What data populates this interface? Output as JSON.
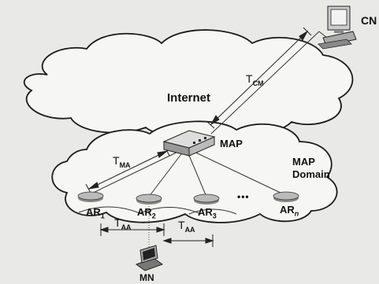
{
  "diagram": {
    "cn_label": "CN",
    "internet_label": "Internet",
    "map_label": "MAP",
    "map_domain_label": "MAP\nDomain",
    "map_domain_line1": "MAP",
    "map_domain_line2": "Domain",
    "mn_label": "MN",
    "ellipsis": "•••",
    "t_cm": {
      "main": "T",
      "sub": "CM"
    },
    "t_ma": {
      "main": "T",
      "sub": "MA"
    },
    "t_aa_1": {
      "main": "T",
      "sub": "AA"
    },
    "t_aa_2": {
      "main": "T",
      "sub": "AA"
    },
    "routers": [
      {
        "main": "AR",
        "sub": "1"
      },
      {
        "main": "AR",
        "sub": "2"
      },
      {
        "main": "AR",
        "sub": "3"
      },
      {
        "main": "AR",
        "sub": "n"
      }
    ]
  }
}
